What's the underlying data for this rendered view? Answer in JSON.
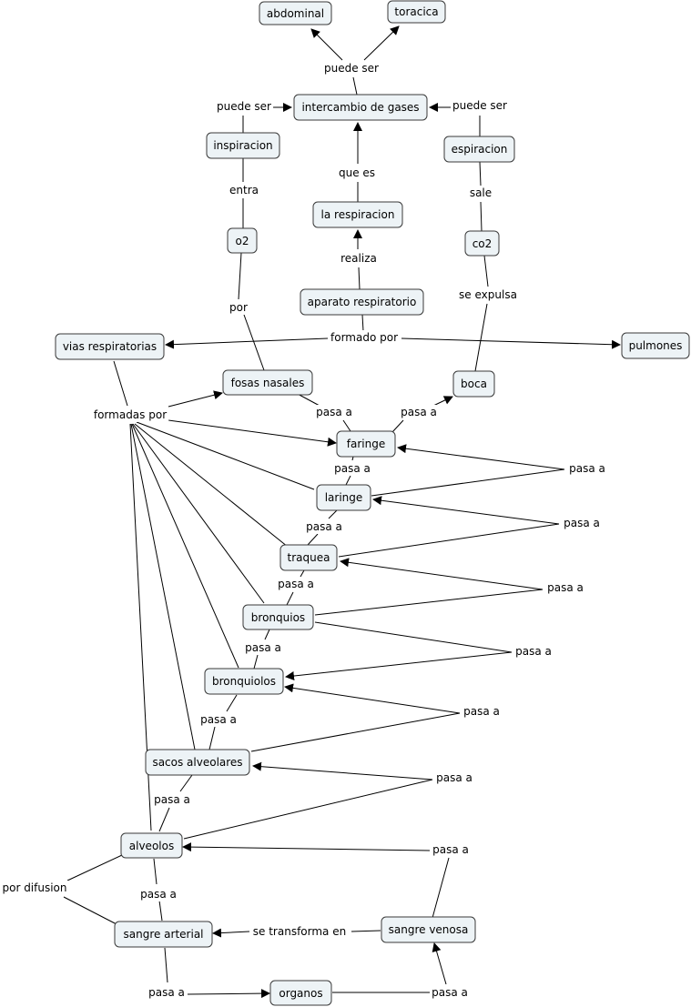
{
  "concepts": {
    "abdominal": "abdominal",
    "toracica": "toracica",
    "intercambio": "intercambio de gases",
    "inspiracion": "inspiracion",
    "espiracion": "espiracion",
    "respiracion": "la respiracion",
    "o2": "o2",
    "co2": "co2",
    "aparato": "aparato respiratorio",
    "vias": "vias respiratorias",
    "pulmones": "pulmones",
    "fosas": "fosas nasales",
    "boca": "boca",
    "faringe": "faringe",
    "laringe": "laringe",
    "traquea": "traquea",
    "bronquios": "bronquios",
    "bronquiolos": "bronquiolos",
    "sacos": "sacos alveolares",
    "alveolos": "alveolos",
    "arterial": "sangre arterial",
    "venosa": "sangre venosa",
    "organos": "organos"
  },
  "links": {
    "puede_ser_top": "puede ser",
    "puede_ser_left": "puede ser",
    "puede_ser_right": "puede ser",
    "entra": "entra",
    "sale": "sale",
    "que_es": "que es",
    "realiza": "realiza",
    "por": "por",
    "se_expulsa": "se expulsa",
    "formado_por": "formado por",
    "formadas_por": "formadas por",
    "pasa_fos_far": "pasa a",
    "pasa_far_boc": "pasa a",
    "pasa_far_lar": "pasa a",
    "pasa_lar_tra": "pasa a",
    "pasa_tra_bro": "pasa a",
    "pasa_bro_bri": "pasa a",
    "pasa_bri_sac": "pasa a",
    "pasa_sac_alv": "pasa a",
    "pasa_alv_art": "pasa a",
    "pasa_art_org": "pasa a",
    "pasa_org_ven": "pasa a",
    "pasa_ven_alv": "pasa a",
    "pasa_r1": "pasa a",
    "pasa_r2": "pasa a",
    "pasa_r3": "pasa a",
    "pasa_r4": "pasa a",
    "pasa_r5": "pasa a",
    "pasa_r6": "pasa a",
    "por_difusion": "por difusion",
    "se_transforma": "se transforma en"
  }
}
